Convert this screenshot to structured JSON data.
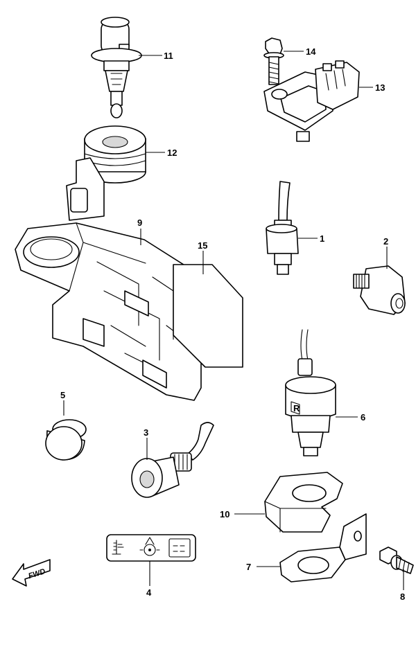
{
  "parts": [
    {
      "id": "p11",
      "number": "11"
    },
    {
      "id": "p14",
      "number": "14"
    },
    {
      "id": "p13",
      "number": "13"
    },
    {
      "id": "p12",
      "number": "12"
    },
    {
      "id": "p9",
      "number": "9"
    },
    {
      "id": "p15",
      "number": "15"
    },
    {
      "id": "p1",
      "number": "1"
    },
    {
      "id": "p2",
      "number": "2"
    },
    {
      "id": "p6",
      "number": "6"
    },
    {
      "id": "p5",
      "number": "5"
    },
    {
      "id": "p3",
      "number": "3"
    },
    {
      "id": "p10",
      "number": "10"
    },
    {
      "id": "p7",
      "number": "7"
    },
    {
      "id": "p4",
      "number": "4"
    },
    {
      "id": "p8",
      "number": "8"
    }
  ],
  "fwd_label": "FWD",
  "sensor_marking": "R"
}
